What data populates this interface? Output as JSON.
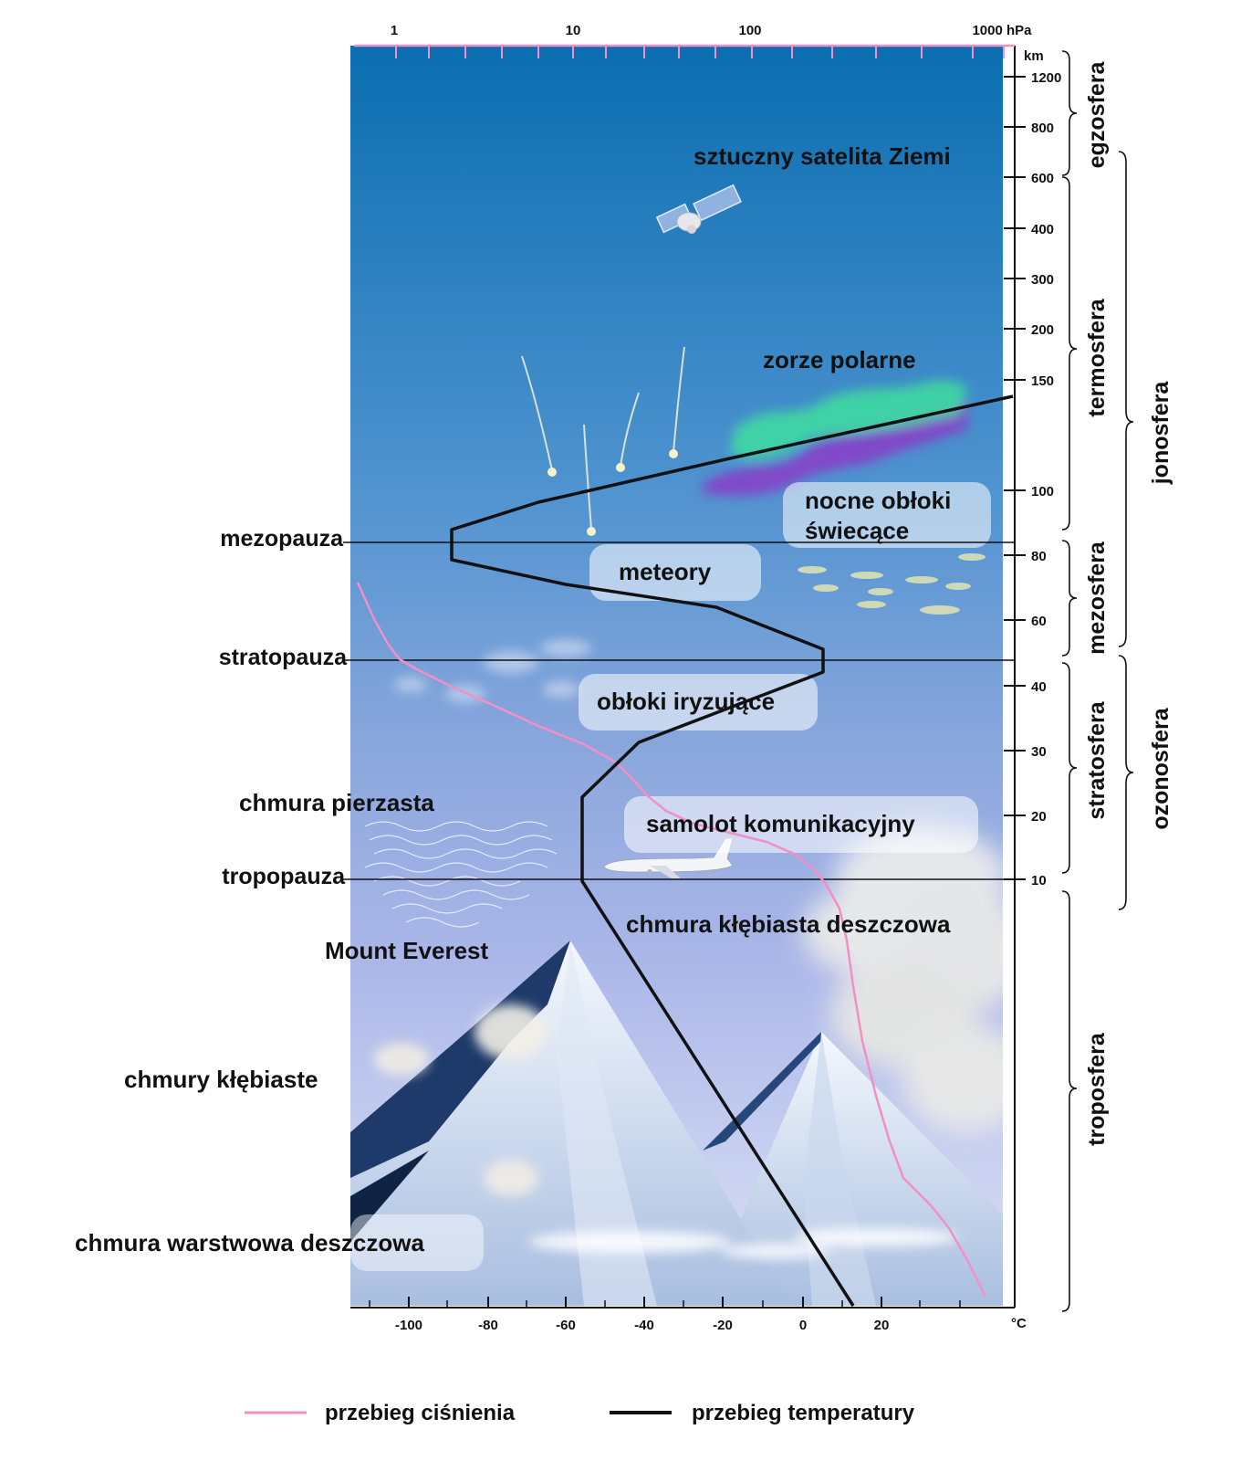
{
  "pressure_axis": {
    "ticks": [
      "1",
      "10",
      "100",
      "1000 hPa"
    ]
  },
  "altitude_axis": {
    "unit": "km",
    "ticks": [
      "1200",
      "800",
      "600",
      "400",
      "300",
      "200",
      "150",
      "100",
      "80",
      "60",
      "40",
      "30",
      "20",
      "10"
    ]
  },
  "temperature_axis": {
    "unit": "°C",
    "ticks": [
      "-100",
      "-80",
      "-60",
      "-40",
      "-20",
      "0",
      "20"
    ]
  },
  "layers": [
    "egzosfera",
    "termosfera",
    "mezosfera",
    "stratosfera",
    "troposfera"
  ],
  "spheres": [
    "jonosfera",
    "ozonosfera"
  ],
  "boundaries": [
    "mezopauza",
    "stratopauza",
    "tropopauza"
  ],
  "labels": {
    "satellite": "sztuczny satelita Ziemi",
    "aurora": "zorze polarne",
    "noctilucent_1": "nocne obłoki",
    "noctilucent_2": "świecące",
    "meteors": "meteory",
    "iridescent": "obłoki iryzujące",
    "cirrus": "chmura pierzasta",
    "airliner": "samolot komunikacyjny",
    "cumulonimbus": "chmura kłębiasta deszczowa",
    "everest": "Mount Everest",
    "cumulus": "chmury kłębiaste",
    "nimbostratus": "chmura warstwowa deszczowa"
  },
  "legend": {
    "pressure": "przebieg ciśnienia",
    "temperature": "przebieg temperatury"
  },
  "colors": {
    "sky_top": "#0a6fb0",
    "sky_mid": "#7ea6dd",
    "sky_low": "#c4cdf0",
    "pressure_line": "#f48fc6",
    "temperature_line": "#111111",
    "aurora_green": "#3de89a",
    "aurora_purple": "#8a3cc8"
  }
}
